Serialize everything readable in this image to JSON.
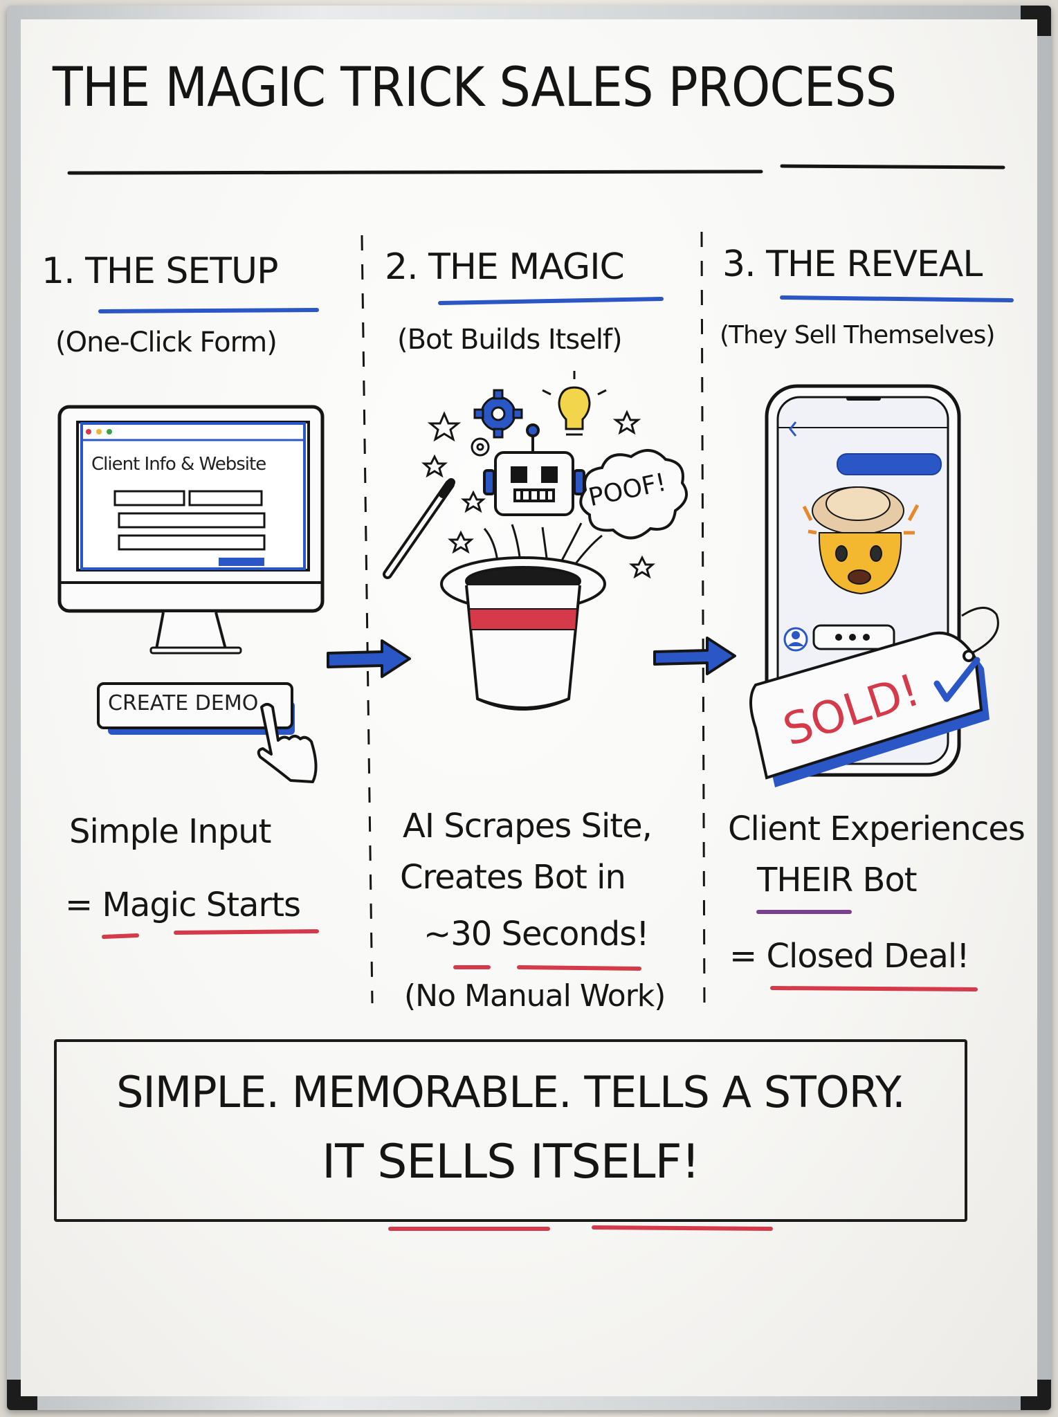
{
  "board": {
    "title": "THE MAGIC TRICK SALES PROCESS",
    "columns": [
      {
        "heading": "1. THE SETUP",
        "subheading": "(One-Click Form)",
        "screen_label": "Client Info & Website",
        "button_label": "CREATE DEMO",
        "desc_line1": "Simple Input",
        "desc_line2_prefix": "= ",
        "desc_line2_emph": "Magic Starts"
      },
      {
        "heading": "2. THE MAGIC",
        "subheading": "(Bot Builds Itself)",
        "bubble_text": "POOF!",
        "desc_line1": "AI Scrapes Site,",
        "desc_line2": "Creates Bot in",
        "desc_line3": "~30 Seconds!",
        "desc_line4": "(No Manual Work)"
      },
      {
        "heading": "3. THE REVEAL",
        "subheading": "(They Sell Themselves)",
        "tag_text": "SOLD!",
        "desc_line1": "Client Experiences",
        "desc_line2": "THEIR Bot",
        "desc_line3": "= Closed Deal!"
      }
    ],
    "bottom_line1": "SIMPLE. MEMORABLE. TELLS A STORY.",
    "bottom_line2": "IT SELLS ITSELF!"
  },
  "colors": {
    "marker_black": "#151515",
    "marker_blue": "#2a56c6",
    "marker_red": "#d43a4a",
    "marker_purple": "#7a3f8f"
  },
  "icons": [
    "monitor-icon",
    "hand-cursor-icon",
    "arrow-right-icon",
    "magic-wand-icon",
    "top-hat-icon",
    "robot-icon",
    "gear-icon",
    "lightbulb-icon",
    "star-icon",
    "smartphone-icon",
    "mind-blown-emoji-icon",
    "user-avatar-icon",
    "checkmark-icon",
    "price-tag-icon"
  ]
}
